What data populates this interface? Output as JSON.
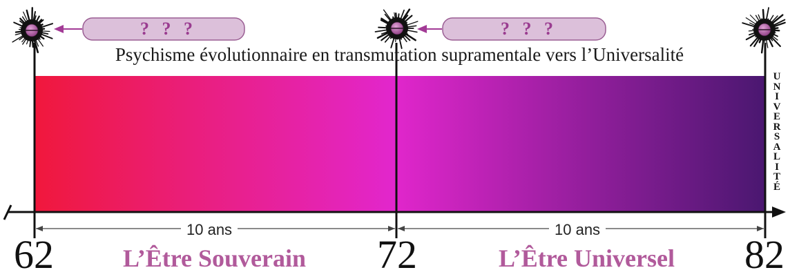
{
  "title": "Psychisme évolutionnaire en transmutation supramentale vers l’Universalité",
  "ages": [
    "62",
    "72",
    "82"
  ],
  "periods": [
    {
      "label": "L’Être Souverain",
      "duration": "10 ans"
    },
    {
      "label": "L’Être Universel",
      "duration": "10 ans"
    }
  ],
  "question_bubbles": [
    "? ? ?",
    "? ? ?"
  ],
  "vertical_label": "UNIVERSALITÉ",
  "colors": {
    "gradient_start": "#f0183c",
    "gradient_mid": "#e226cc",
    "gradient_end": "#4a1770",
    "period_text": "#b15a9b",
    "bubble_fill": "#dcc0da",
    "bubble_text": "#9a3c90",
    "arrow": "#a23a95"
  },
  "icons": [
    "starburst-icon",
    "starburst-icon",
    "starburst-icon"
  ]
}
